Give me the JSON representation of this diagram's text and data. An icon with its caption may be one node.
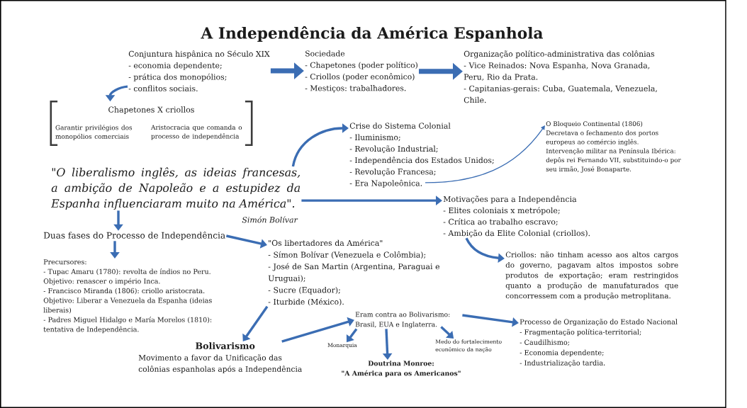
{
  "diagram": {
    "title": "A Independência da América Espanhola",
    "nodes": [
      {
        "text": [
          "Conjuntura hispânica no Século XIX",
          "- economia dependente;",
          "- prática dos monopólios;",
          "- conflitos sociais."
        ]
      },
      {
        "text": [
          "Sociedade",
          "- Chapetones (poder político)",
          "- Criollos (poder econômico)",
          "- Mestiços: trabalhadores."
        ]
      },
      {
        "text": [
          "Organização político-administrativa das colônias",
          "- Vice Reinados: Nova Espanha, Nova Granada, Peru, Rio da Prata.",
          "- Capitanias-gerais: Cuba, Guatemala, Venezuela, Chile."
        ]
      },
      {
        "text": [
          "Chapetones X criollos",
          "Garantir privilégios dos monopólios comerciais",
          "Aristocracia que comanda o processo de independência"
        ]
      },
      {
        "text": [
          "\"O liberalismo inglês, as ideias francesas, a ambição de Napoleão e a estupidez da Espanha influenciaram muito na América\"."
        ],
        "beside": [
          "Simón Bolívar"
        ]
      },
      {
        "text": [
          "Crise do Sistema Colonial",
          "- Iluminismo;",
          "- Revolução Industrial;",
          "- Independência dos Estados Unidos;",
          "- Revolução Francesa;",
          "- Era Napoleônica."
        ]
      },
      {
        "text": [
          "O Bloqueio Continental (1806)",
          "Decretava o fechamento dos portos europeus ao comércio inglês.",
          "Intervenção militar na Península Ibérica: depôs rei Fernando VII, substituindo-o por seu irmão, José Bonaparte."
        ]
      },
      {
        "text": [
          "Motivações para a Independência",
          "- Elites coloniais x metrópole;",
          "- Crítica ao trabalho escravo;",
          "- Ambição da Elite Colonial (criollos)."
        ]
      },
      {
        "text": [
          "Duas fases do Processo de Independência"
        ]
      },
      {
        "text": [
          "Precursores:",
          "- Tupac Amaru (1780): revolta de índios no Peru.",
          "Objetivo: renascer o império Inca.",
          "- Francisco Miranda (1806): criollo aristocrata.",
          "Objetivo: Liberar a Venezuela da Espanha (ideias liberais)",
          "- Padres Miguel Hidalgo e María Morelos (1810): tentativa de Independência."
        ]
      },
      {
        "text": [
          "\"Os libertadores da América\"",
          "- Símon Bolívar (Venezuela e Colômbia);",
          "- José de San Martin (Argentina, Paraguai e Uruguai);",
          "- Sucre (Equador);",
          "- Iturbide (México)."
        ]
      },
      {
        "text": [
          "Criollos: não tinham acesso aos altos cargos do governo, pagavam altos impostos sobre produtos de exportação; eram restringidos quanto a produção de manufaturados que concorressem com a produção metroplitana."
        ]
      },
      {
        "text": [
          "Bolivarismo",
          "Movimento a favor da Unificação das colônias espanholas após a Independência"
        ]
      },
      {
        "text": [
          "Eram contra ao Bolivarismo: Brasil, EUA e Inglaterra."
        ]
      },
      {
        "text": [
          "Monarquia"
        ]
      },
      {
        "text": [
          "Doutrina Monroe:",
          "\"A América para os Americanos\""
        ]
      },
      {
        "text": [
          "Medo do fortalecimento econômico da nação"
        ]
      },
      {
        "text": [
          "Processo de Organização do Estado Nacional",
          "- Fragmentação política-territorial;",
          "- Caudilhismo;",
          "- Economia dependente;",
          "- Industrialização tardia."
        ]
      }
    ],
    "edges": [
      {
        "from": 0,
        "to": 1,
        "arrow": "to",
        "style": "thick"
      },
      {
        "from": 1,
        "to": 2,
        "arrow": "to",
        "style": "thick"
      },
      {
        "from": 0,
        "to": 3,
        "arrow": "to"
      },
      {
        "from": 4,
        "to": 5,
        "arrow": "to"
      },
      {
        "from": 5,
        "to": 6,
        "arrow": "to"
      },
      {
        "from": 4,
        "to": 7,
        "arrow": "to"
      },
      {
        "from": 4,
        "to": 8,
        "arrow": "to"
      },
      {
        "from": 8,
        "to": 9,
        "arrow": "to"
      },
      {
        "from": 8,
        "to": 10,
        "arrow": "to"
      },
      {
        "from": 7,
        "to": 11,
        "arrow": "to"
      },
      {
        "from": 10,
        "to": 12,
        "arrow": "to"
      },
      {
        "from": 12,
        "to": 13,
        "arrow": "to"
      },
      {
        "from": 13,
        "to": 14,
        "arrow": "to"
      },
      {
        "from": 13,
        "to": 15,
        "arrow": "to"
      },
      {
        "from": 13,
        "to": 16,
        "arrow": "to"
      },
      {
        "from": 13,
        "to": 17,
        "arrow": "to"
      }
    ]
  }
}
